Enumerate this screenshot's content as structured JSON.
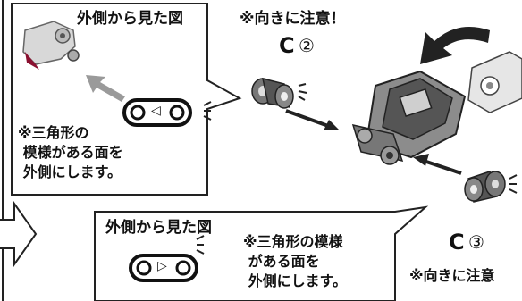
{
  "top_box": {
    "header": "外側から見た図",
    "symbol": "◁",
    "note": "※三角形の\n 模様がある面を\n 外側にします。"
  },
  "bottom_box": {
    "header": "外側から見た図",
    "symbol": "▷",
    "note": "※三角形の模様\n がある面を\n 外側にします。"
  },
  "parts": {
    "c2_warning": "※向きに注意！",
    "c2_label": "C",
    "c2_num": "②",
    "c3_label": "C",
    "c3_num": "③",
    "c3_warning": "※向きに注意"
  }
}
